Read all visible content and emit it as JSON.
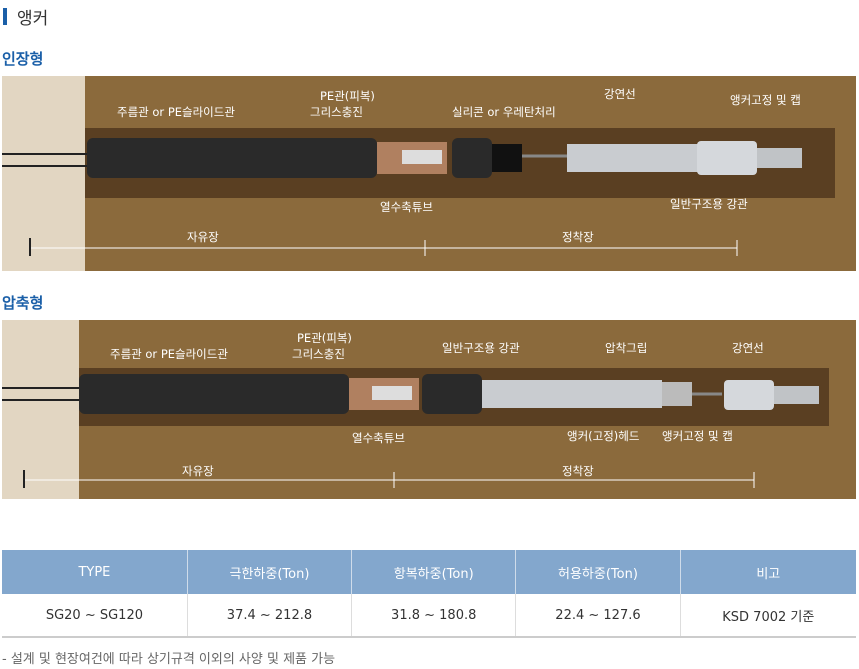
{
  "title": "앵커",
  "sections": [
    {
      "title": "인장형",
      "labels": {
        "corrugated": "주름관 or PE슬라이드관",
        "pe1": "PE관(피복)",
        "pe2": "그리스충진",
        "silicone": "실리콘 or 우레탄처리",
        "strand": "강연선",
        "anchor": "앵커고정 및 캡",
        "shrink": "열수축튜브",
        "steel": "일반구조용 강관",
        "free": "자유장",
        "bond": "정착장"
      }
    },
    {
      "title": "압축형",
      "labels": {
        "corrugated": "주름관 or PE슬라이드관",
        "pe1": "PE관(피복)",
        "pe2": "그리스충진",
        "steel": "일반구조용 강관",
        "grip": "압착그립",
        "strand": "강연선",
        "shrink": "열수축튜브",
        "head": "앵커(고정)헤드",
        "anchor": "앵커고정 및 캡",
        "free": "자유장",
        "bond": "정착장"
      }
    }
  ],
  "table": {
    "headers": [
      "TYPE",
      "극한하중(Ton)",
      "항복하중(Ton)",
      "허용하중(Ton)",
      "비고"
    ],
    "rows": [
      [
        "SG20 ~ SG120",
        "37.4 ~ 212.8",
        "31.8 ~ 180.8",
        "22.4 ~ 127.6",
        "KSD 7002 기준"
      ]
    ]
  },
  "note": "- 설계 및 현장여건에 따라 상기규격 이외의 사양 및 제품 가능"
}
